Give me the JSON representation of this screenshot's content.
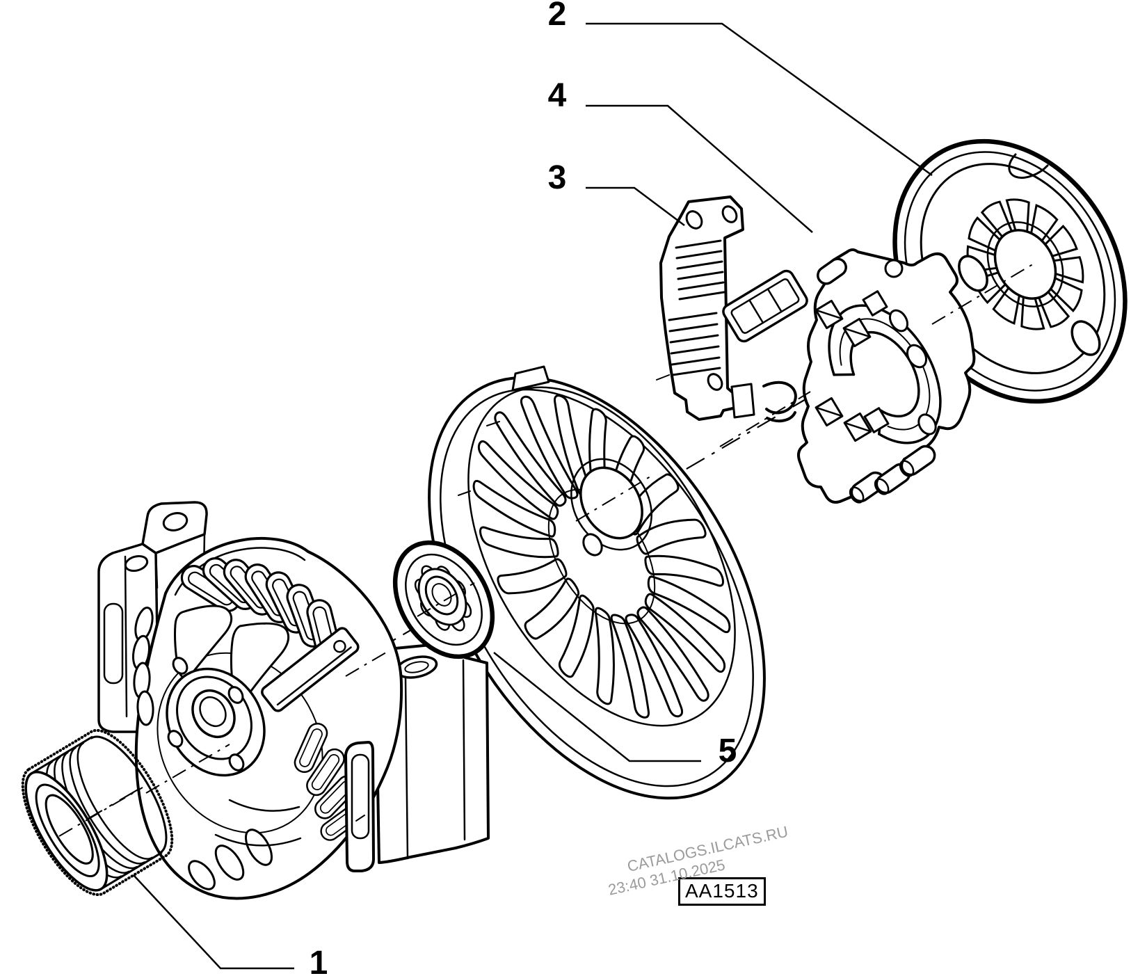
{
  "figure": {
    "background": "#ffffff",
    "line_color": "#000000",
    "label_code": "AA1513",
    "callouts": [
      {
        "number": "1"
      },
      {
        "number": "2"
      },
      {
        "number": "3"
      },
      {
        "number": "4"
      },
      {
        "number": "5"
      }
    ]
  },
  "watermark": {
    "color": "#9b9b9b",
    "line1": "CATALOGS.ILCATS.RU",
    "line2": "23:40 31.10.2025"
  }
}
